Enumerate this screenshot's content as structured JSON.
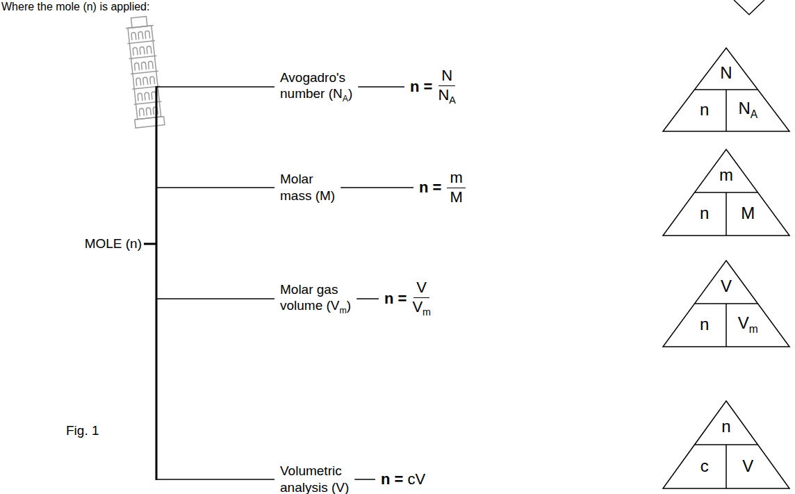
{
  "diagram": {
    "nodes": [
      {
        "text": [
          "N",
          "n",
          "N",
          "A"
        ]
      },
      {
        "text": [
          "m",
          "n",
          "M"
        ]
      },
      {
        "text": [
          "V",
          "n",
          "V",
          "m"
        ]
      },
      {
        "text": [
          "n",
          "c",
          "V"
        ]
      }
    ],
    "labels": [
      "Where the mole (n) is applied:",
      "MOLE (n)",
      "Avogadro's number (N",
      "A",
      ")",
      "n =",
      "N",
      "N",
      "A",
      "Molar mass (M)",
      "n =",
      "m",
      "M",
      "Molar gas volume (V",
      "m",
      ")",
      "n =",
      "V",
      "V",
      "m",
      "Volumetric analysis (V)",
      "n =",
      "cV",
      "Fig. 1"
    ]
  }
}
